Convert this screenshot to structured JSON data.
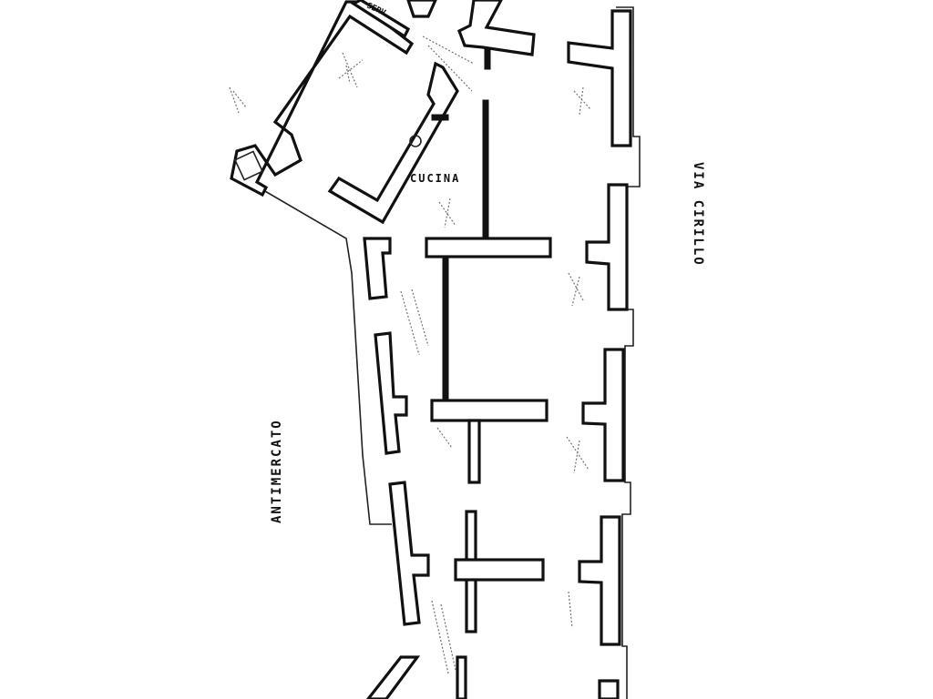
{
  "plan": {
    "street_right": "VIA CIRILLO",
    "street_left": "ANTIMERCATO",
    "room_kitchen": "CUCINA",
    "fragment_top": "SERV."
  },
  "colors": {
    "ink": "#111111",
    "paper": "#ffffff"
  }
}
